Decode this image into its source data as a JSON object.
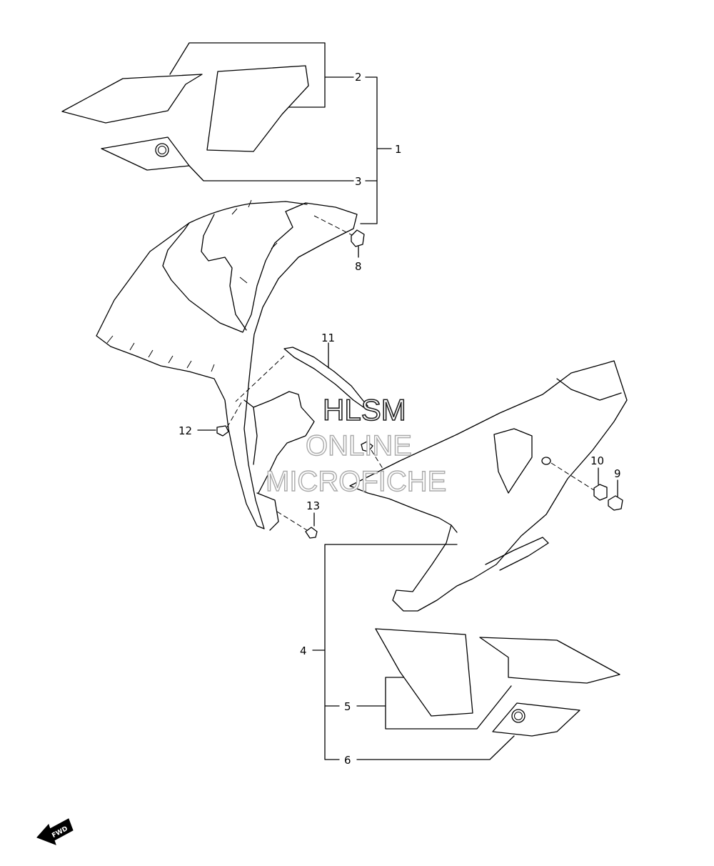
{
  "callouts": {
    "c1": "1",
    "c2": "2",
    "c3": "3",
    "c4": "4",
    "c5": "5",
    "c6": "6",
    "c8": "8",
    "c9": "9",
    "c10": "10",
    "c11": "11",
    "c12": "12",
    "c13": "13"
  },
  "watermark": {
    "line1": "HLSM",
    "line2": "ONLINE",
    "line3": "MICROFICHE"
  },
  "fwd_badge": "FWD"
}
